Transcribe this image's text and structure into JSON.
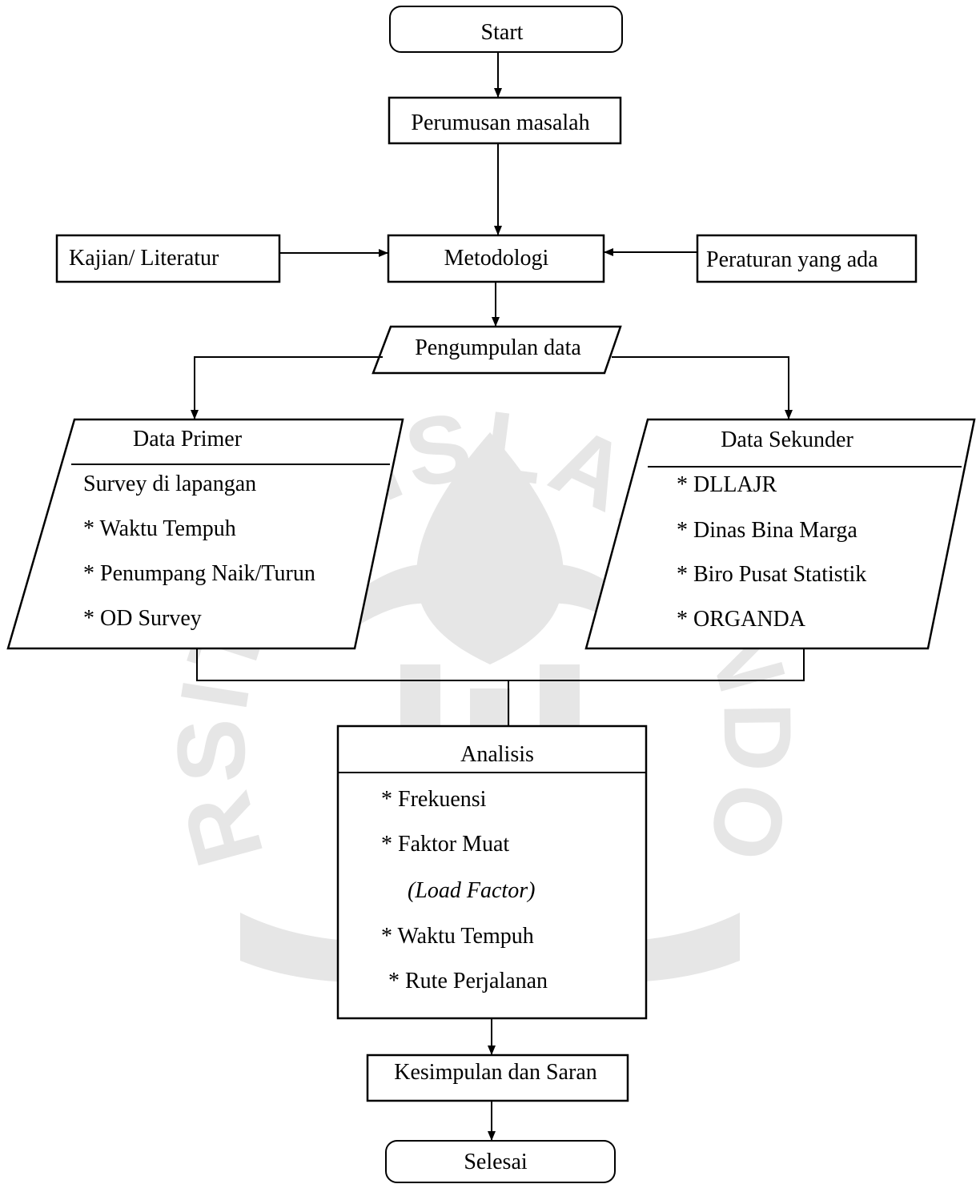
{
  "flowchart": {
    "start": "Start",
    "problem_formulation": "Perumusan masalah",
    "literature": "Kajian/ Literatur",
    "methodology": "Metodologi",
    "regulations": "Peraturan yang ada",
    "data_collection": "Pengumpulan data",
    "primary_data": {
      "title": "Data Primer",
      "items": [
        "Survey di lapangan",
        "* Waktu Tempuh",
        "* Penumpang Naik/Turun",
        "* OD Survey"
      ]
    },
    "secondary_data": {
      "title": "Data Sekunder",
      "items": [
        "* DLLAJR",
        "* Dinas Bina Marga",
        "* Biro Pusat Statistik",
        "* ORGANDA"
      ]
    },
    "analysis": {
      "title": "Analisis",
      "items": [
        "*  Frekuensi",
        "*  Faktor Muat",
        "(Load Factor)",
        "*  Waktu Tempuh",
        "* Rute Perjalanan"
      ]
    },
    "conclusion": "Kesimpulan dan Saran",
    "finish": "Selesai"
  },
  "watermark": {
    "arc_text": "UNIVERSITAS ISLAM INDONESIA",
    "color": "#e6e6e6"
  }
}
